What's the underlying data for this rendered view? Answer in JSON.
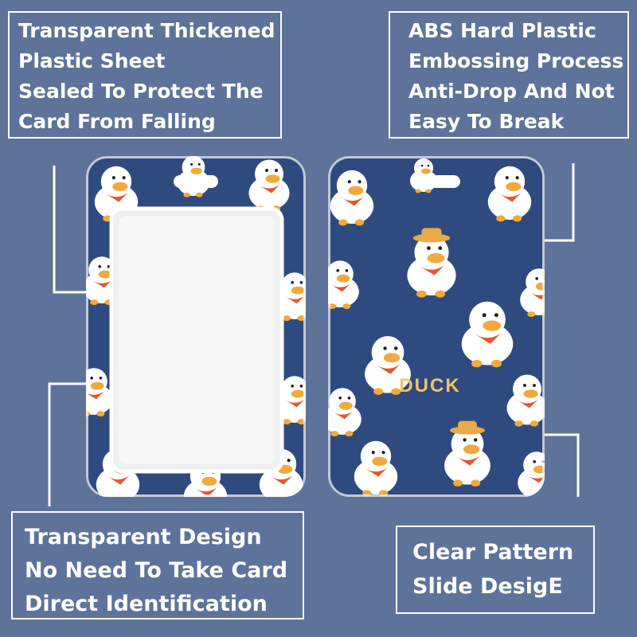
{
  "callouts": {
    "top_left": {
      "lines": [
        "Transparent Thickened",
        "Plastic Sheet",
        "Sealed To Protect The",
        "Card From Falling"
      ]
    },
    "top_right": {
      "lines": [
        "ABS Hard Plastic",
        "Embossing Process",
        "Anti-Drop And Not",
        "Easy To Break"
      ]
    },
    "bottom_left": {
      "lines": [
        "Transparent Design",
        "No Need To Take Card",
        "Direct Identification"
      ]
    },
    "bottom_right": {
      "lines": [
        "Clear Pattern",
        "Slide DesigE"
      ]
    }
  },
  "product": {
    "pattern_text": "DUCK",
    "colors": {
      "background": "#5d7399",
      "card_navy": "#2f4a7e",
      "duck_white": "#ffffff",
      "beak_orange": "#f2a93b",
      "scarf_red": "#e4572e",
      "hat_yellow": "#e9a945"
    }
  }
}
